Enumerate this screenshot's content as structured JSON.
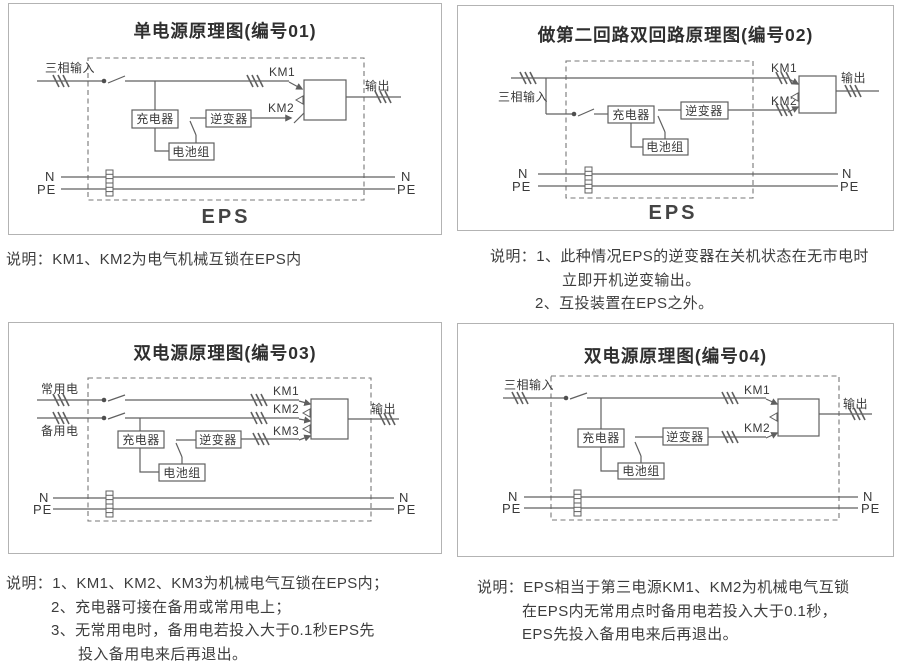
{
  "colors": {
    "line": "#606060",
    "text": "#3a3a3a",
    "title": "#2f2f2f",
    "panel_border": "#b3b3b3",
    "background": "#ffffff"
  },
  "panels": [
    {
      "title": "单电源原理图(编号01)",
      "eps_label": "EPS",
      "labels": {
        "input": "三相输入",
        "km1": "KM1",
        "km2": "KM2",
        "charger": "充电器",
        "inverter": "逆变器",
        "battery": "电池组",
        "output": "输出",
        "n": "N",
        "pe": "PE"
      },
      "note_lines": [
        "说明：KM1、KM2为电气机械互锁在EPS内"
      ]
    },
    {
      "title": "做第二回路双回路原理图(编号02)",
      "eps_label": "EPS",
      "labels": {
        "input": "三相输入",
        "km1": "KM1",
        "km2": "KM2",
        "charger": "充电器",
        "inverter": "逆变器",
        "battery": "电池组",
        "output": "输出",
        "n": "N",
        "pe": "PE"
      },
      "note_lines": [
        "说明：1、此种情况EPS的逆变器在关机状态在无市电时",
        "立即开机逆变输出。",
        "2、互投装置在EPS之外。"
      ]
    },
    {
      "title": "双电源原理图(编号03)",
      "labels": {
        "input_normal": "常用电",
        "input_backup": "备用电",
        "km1": "KM1",
        "km2": "KM2",
        "km3": "KM3",
        "charger": "充电器",
        "inverter": "逆变器",
        "battery": "电池组",
        "output": "输出",
        "n": "N",
        "pe": "PE"
      },
      "note_lines": [
        "说明：1、KM1、KM2、KM3为机械电气互锁在EPS内；",
        "2、充电器可接在备用或常用电上；",
        "3、无常用电时，备用电若投入大于0.1秒EPS先",
        "投入备用电来后再退出。"
      ]
    },
    {
      "title": "双电源原理图(编号04)",
      "labels": {
        "input": "三相输入",
        "km1": "KM1",
        "km2": "KM2",
        "charger": "充电器",
        "inverter": "逆变器",
        "battery": "电池组",
        "output": "输出",
        "n": "N",
        "pe": "PE"
      },
      "note_lines": [
        "说明：EPS相当于第三电源KM1、KM2为机械电气互锁",
        "在EPS内无常用点时备用电若投入大于0.1秒，",
        "EPS先投入备用电来后再退出。"
      ]
    }
  ]
}
